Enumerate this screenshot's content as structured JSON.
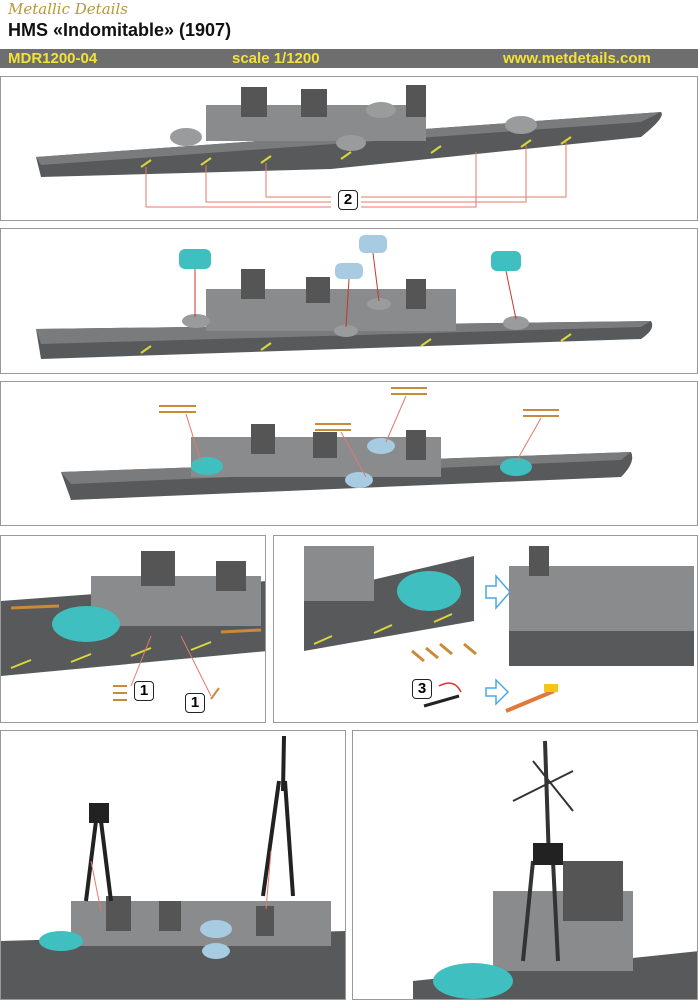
{
  "brand": "Metallic Details",
  "title": "HMS «Indomitable» (1907)",
  "header_bar": {
    "code": "MDR1200-04",
    "scale": "scale 1/1200",
    "website": "www.metdetails.com"
  },
  "callouts": {
    "panel1": "2",
    "panel4_a": "1",
    "panel4_b": "1",
    "panel5": "3"
  },
  "colors": {
    "hull": "#58595b",
    "deck": "#7a7b7d",
    "turret_teal": "#3fbfbf",
    "turret_blue": "#a7cbe0",
    "brass": "#c98a3a",
    "leader": "#e07a6a",
    "bar": "#6e6e6e",
    "bar_text": "#f2e23a"
  }
}
